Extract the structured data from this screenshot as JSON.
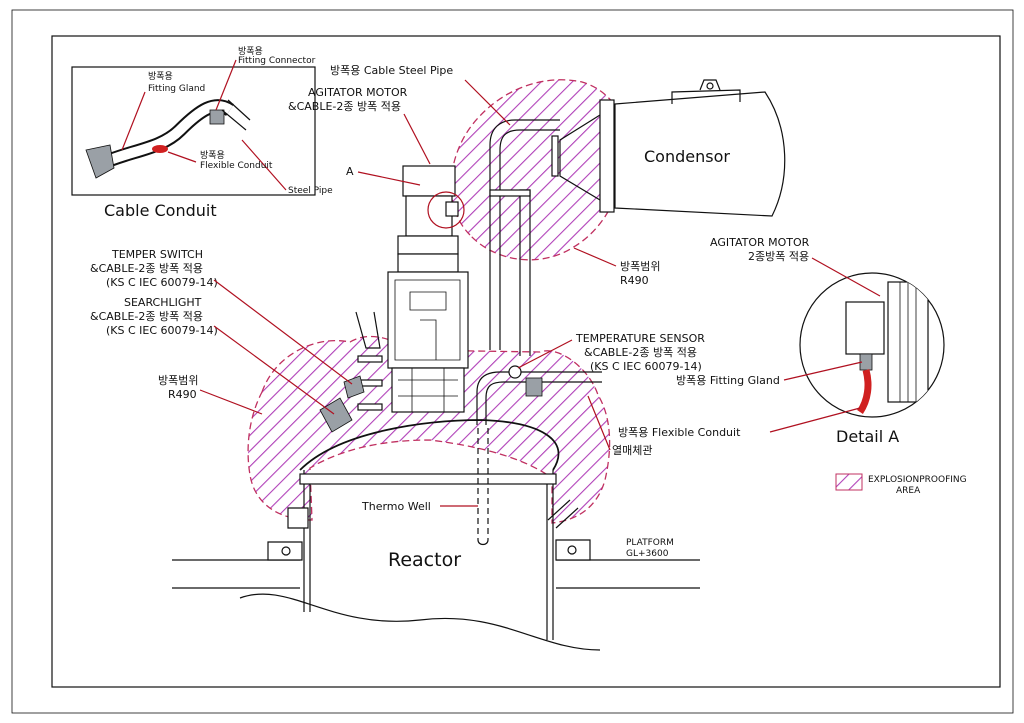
{
  "inset_cable_conduit": {
    "title": "Cable Conduit",
    "fitting_connector_ko": "방폭용",
    "fitting_connector": "Fitting Connector",
    "fitting_gland_ko": "방폭용",
    "fitting_gland": "Fitting Gland",
    "flexible_conduit_ko": "방폭용",
    "flexible_conduit": "Flexible Conduit",
    "steel_pipe": "Steel Pipe"
  },
  "main": {
    "cable_steel_pipe": "방폭용 Cable Steel Pipe",
    "agitator_motor_line1": "AGITATOR MOTOR",
    "agitator_motor_line2": "&CABLE-2종 방폭 적용",
    "callout_a": "A",
    "condensor": "Condensor",
    "zone_label_right_line1": "방폭범위",
    "zone_label_right_line2": "R490",
    "temper_switch_line1": "TEMPER SWITCH",
    "temper_switch_line2": "&CABLE-2종 방폭 적용",
    "temper_switch_line3": "(KS C IEC 60079-14)",
    "searchlight_line1": "SEARCHLIGHT",
    "searchlight_line2": "&CABLE-2종 방폭 적용",
    "searchlight_line3": "(KS C IEC 60079-14)",
    "zone_label_left_line1": "방폭범위",
    "zone_label_left_line2": "R490",
    "temperature_sensor_line1": "TEMPERATURE SENSOR",
    "temperature_sensor_line2": "&CABLE-2종 방폭 적용",
    "temperature_sensor_line3": "(KS C IEC 60079-14)",
    "heat_medium_jacket": "열매체관",
    "thermo_well": "Thermo Well",
    "reactor": "Reactor",
    "platform_line1": "PLATFORM",
    "platform_line2": "GL+3600"
  },
  "detail_a": {
    "title": "Detail A",
    "motor_line1": "AGITATOR MOTOR",
    "motor_line2": "2종방폭 적용",
    "fitting_gland": "방폭용 Fitting Gland",
    "flexible_conduit": "방폭용 Flexible Conduit"
  },
  "legend": {
    "line1": "EXPLOSIONPROOFING",
    "line2": "AREA"
  },
  "colors": {
    "hatch": "#b040b8",
    "leader": "#b01020",
    "zone_outline": "#c03060",
    "conduit_fill": "#d02020"
  }
}
